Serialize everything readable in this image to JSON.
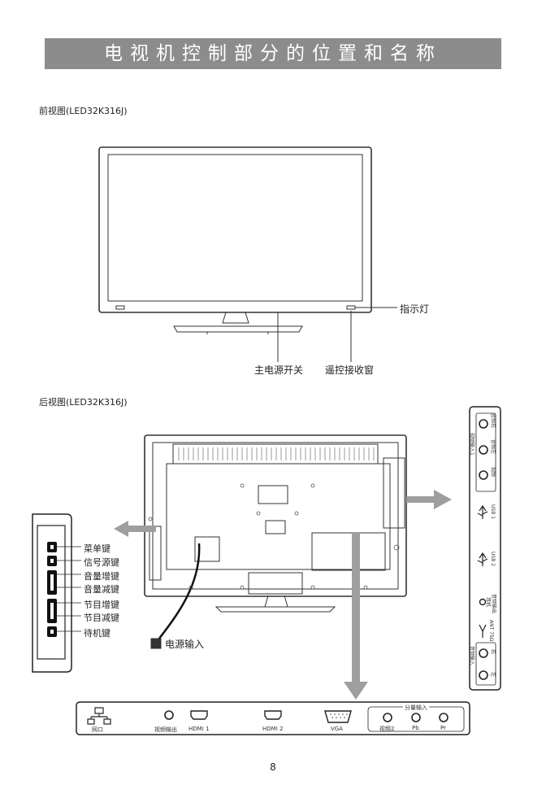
{
  "title": "电视机控制部分的位置和名称",
  "front": {
    "heading": "前视图(LED32K316J)",
    "indicator": "指示灯",
    "power_switch": "主电源开关",
    "remote_window": "遥控接收窗"
  },
  "rear": {
    "heading": "后视图(LED32K316J)",
    "side_keys": [
      "菜单键",
      "信号源键",
      "音量增键",
      "音量减键",
      "节目增键",
      "节目减键",
      "待机键"
    ],
    "power_input": "电源输入",
    "right_panel": {
      "video_in_1": "视频输入1",
      "audio_r": "音频右",
      "audio_l": "音频左",
      "video": "视频",
      "usb1": "USB 1",
      "usb2": "USB 2",
      "earphone": "耳机",
      "audio_out": "音频输出",
      "ant": "ANT 75Ω",
      "audio_in": "音频输入",
      "right": "右",
      "left": "左"
    },
    "bottom_panel": {
      "lan": "网口",
      "video_out": "视频输出",
      "hdmi1": "HDMI 1",
      "hdmi2": "HDMI 2",
      "vga": "VGA",
      "component_in": "分量输入",
      "video2": "视频2",
      "pb": "Pb",
      "pr": "Pr"
    }
  },
  "page_number": "8"
}
